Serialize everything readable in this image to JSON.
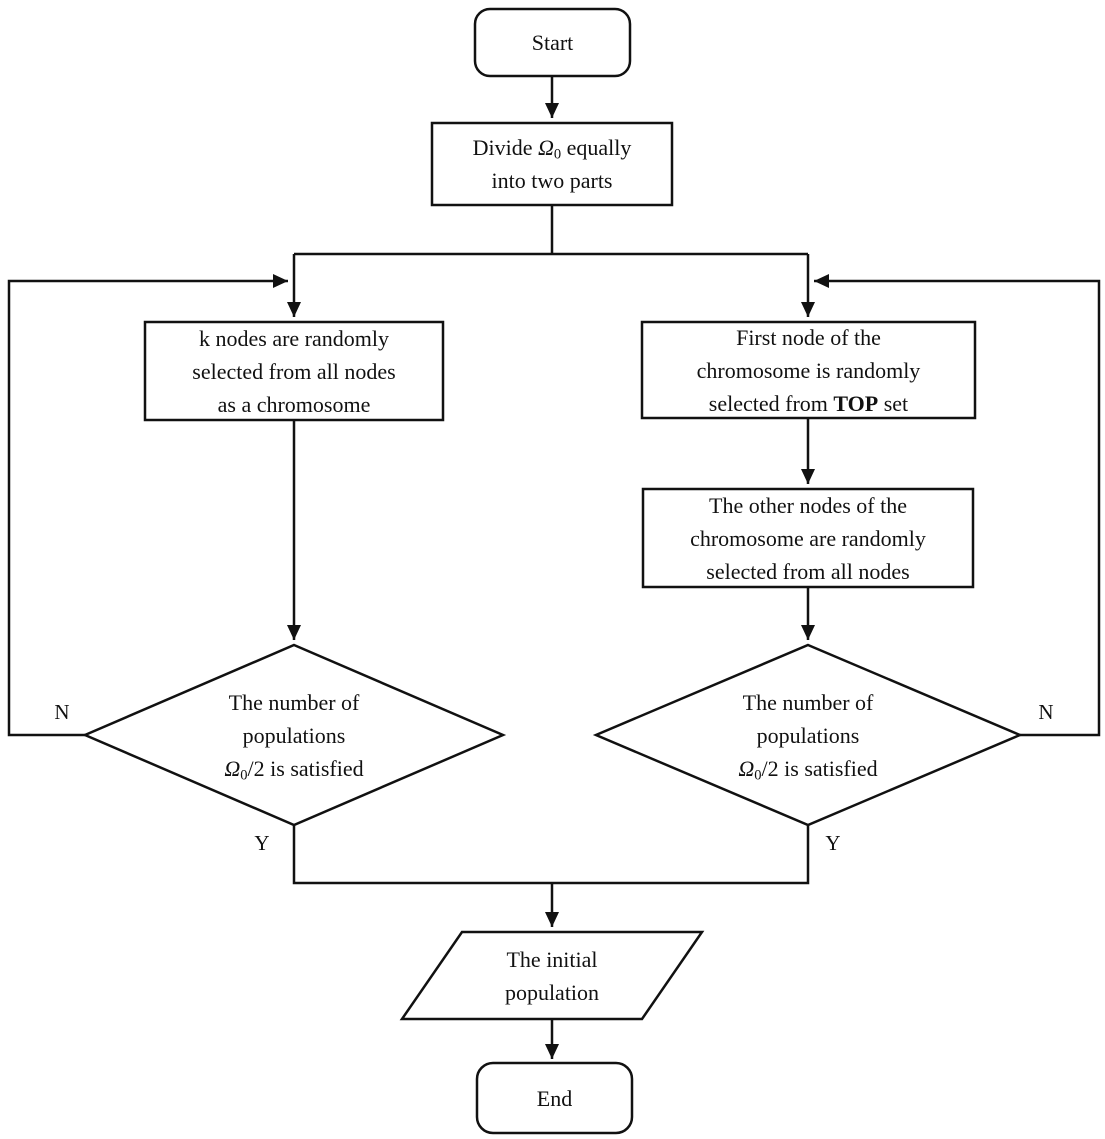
{
  "colors": {
    "line": "#111111",
    "shape_fill": "#ffffff",
    "text": "#111111",
    "background": "#ffffff"
  },
  "nodes": {
    "start": {
      "label": "Start"
    },
    "divide": {
      "l1_pre": "Divide ",
      "omega": "Ω",
      "omega_sub": "0",
      "l1_post": " equally",
      "l2": "into two parts"
    },
    "left_select": {
      "l1": "k nodes are randomly",
      "l2": "selected from all nodes",
      "l3": "as a chromosome"
    },
    "right_first": {
      "l1": "First node of the",
      "l2": "chromosome is randomly",
      "l3_pre": "selected from ",
      "l3_bold": "TOP",
      "l3_post": " set"
    },
    "right_other": {
      "l1": "The other nodes of the",
      "l2": "chromosome are randomly",
      "l3": "selected from all nodes"
    },
    "left_decision": {
      "l1": "The number of",
      "l2": "populations",
      "omega": "Ω",
      "omega_sub": "0",
      "l3_post": "/2 is satisfied"
    },
    "right_decision": {
      "l1": "The number of",
      "l2": "populations",
      "omega": "Ω",
      "omega_sub": "0",
      "l3_post": "/2 is satisfied"
    },
    "initial_population": {
      "l1": "The initial",
      "l2": "population"
    },
    "end": {
      "label": "End"
    }
  },
  "edge_labels": {
    "left_no": "N",
    "left_yes": "Y",
    "right_no": "N",
    "right_yes": "Y"
  }
}
